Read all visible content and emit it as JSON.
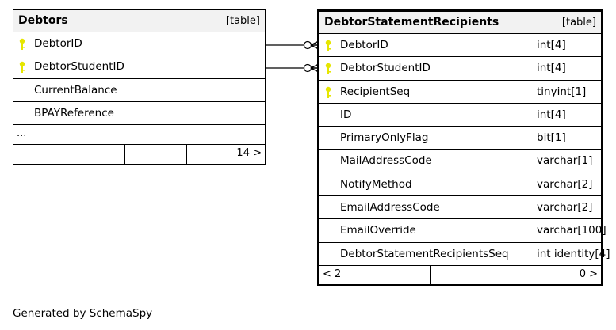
{
  "debtors": {
    "name": "Debtors",
    "kind": "[table]",
    "columns": [
      {
        "name": "DebtorID",
        "key": true
      },
      {
        "name": "DebtorStudentID",
        "key": true
      },
      {
        "name": "CurrentBalance",
        "key": false
      },
      {
        "name": "BPAYReference",
        "key": false
      }
    ],
    "more": "...",
    "children_count": "14 >"
  },
  "recipients": {
    "name": "DebtorStatementRecipients",
    "kind": "[table]",
    "columns": [
      {
        "name": "DebtorID",
        "type": "int[4]",
        "key": true
      },
      {
        "name": "DebtorStudentID",
        "type": "int[4]",
        "key": true
      },
      {
        "name": "RecipientSeq",
        "type": "tinyint[1]",
        "key": true
      },
      {
        "name": "ID",
        "type": "int[4]",
        "key": false
      },
      {
        "name": "PrimaryOnlyFlag",
        "type": "bit[1]",
        "key": false
      },
      {
        "name": "MailAddressCode",
        "type": "varchar[1]",
        "key": false
      },
      {
        "name": "NotifyMethod",
        "type": "varchar[2]",
        "key": false
      },
      {
        "name": "EmailAddressCode",
        "type": "varchar[2]",
        "key": false
      },
      {
        "name": "EmailOverride",
        "type": "varchar[100]",
        "key": false
      },
      {
        "name": "DebtorStatementRecipientsSeq",
        "type": "int identity[4]",
        "key": false
      }
    ],
    "parents_count": "< 2",
    "children_count": "0 >"
  },
  "footer": {
    "generated_by": "Generated by SchemaSpy"
  },
  "colors": {
    "key_icon": "#e6e600",
    "header_bg": "#f2f2f2"
  }
}
